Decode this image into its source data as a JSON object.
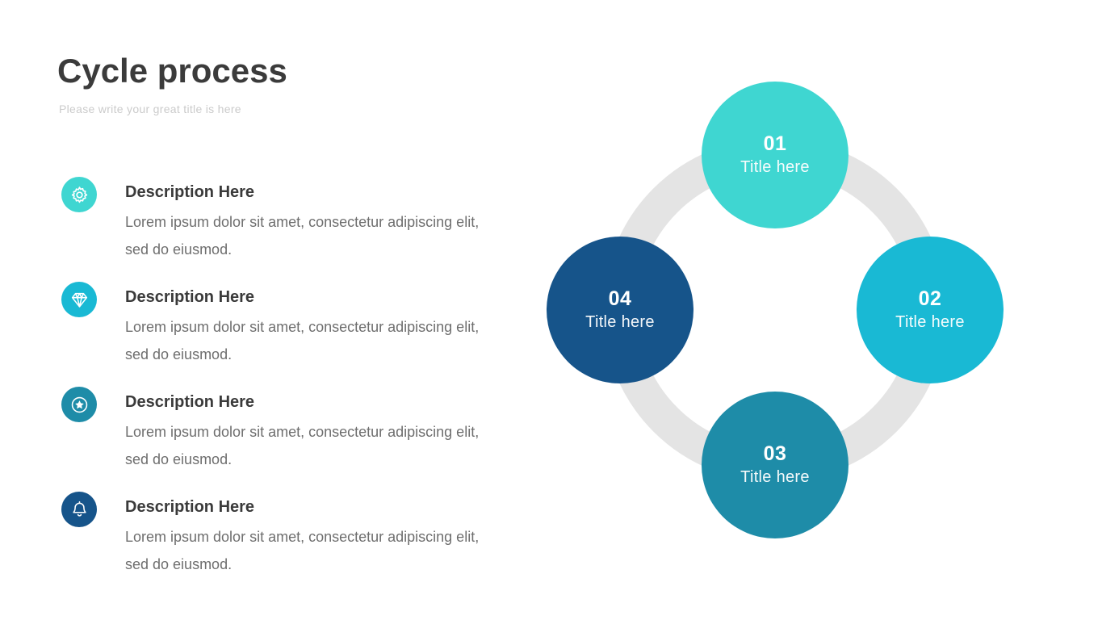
{
  "header": {
    "title": "Cycle process",
    "subtitle": "Please write your great title is here"
  },
  "colors": {
    "title_text": "#3b3b3b",
    "subtitle_text": "#cbcbcb",
    "body_text": "#6e6e6e",
    "ring_gray": "#e4e4e4",
    "step1_turquoise": "#3fd6d1",
    "step2_cyan": "#19b9d4",
    "step3_teal": "#1e8ca8",
    "step4_dark_blue": "#16548a"
  },
  "list": {
    "items": [
      {
        "icon": "gear-icon",
        "heading": "Description Here",
        "body": "Lorem ipsum dolor sit amet, consectetur adipiscing elit, sed do eiusmod.",
        "color": "#3fd6d1"
      },
      {
        "icon": "diamond-icon",
        "heading": "Description Here",
        "body": "Lorem ipsum dolor sit amet, consectetur adipiscing elit, sed do eiusmod.",
        "color": "#19b9d4"
      },
      {
        "icon": "star-circle-icon",
        "heading": "Description Here",
        "body": "Lorem ipsum dolor sit amet, consectetur adipiscing elit, sed do eiusmod.",
        "color": "#1e8ca8"
      },
      {
        "icon": "bell-icon",
        "heading": "Description Here",
        "body": "Lorem ipsum dolor sit amet, consectetur adipiscing elit, sed do eiusmod.",
        "color": "#16548a"
      }
    ]
  },
  "diagram": {
    "ring_color": "#e4e4e4",
    "nodes": [
      {
        "number": "01",
        "label": "Title here",
        "position": "top",
        "color": "#3fd6d1"
      },
      {
        "number": "02",
        "label": "Title here",
        "position": "right",
        "color": "#19b9d4"
      },
      {
        "number": "03",
        "label": "Title here",
        "position": "bottom",
        "color": "#1e8ca8"
      },
      {
        "number": "04",
        "label": "Title here",
        "position": "left",
        "color": "#16548a"
      }
    ]
  }
}
